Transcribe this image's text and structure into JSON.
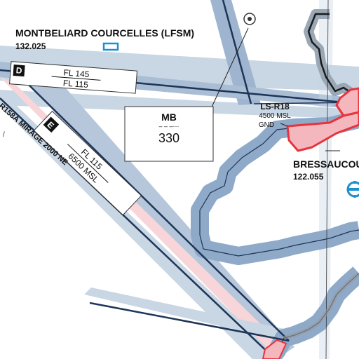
{
  "airports": {
    "lfsm": {
      "name": "MONTBELIARD COURCELLES (LFSM)",
      "freq": "132.025"
    },
    "bressaucourt": {
      "name": "BRESSAUCOURT",
      "freq": "122.055"
    }
  },
  "airway_d": {
    "letter": "D",
    "upper": "FL 145",
    "lower": "FL 115"
  },
  "airway_e": {
    "letter": "E",
    "upper": "FL 115",
    "lower": "6500 MSL"
  },
  "restricted_area": {
    "name": "LS-R18",
    "upper": "4500 MSL",
    "lower": "GND"
  },
  "route_label": "R158A MIRAGE 2000 NE",
  "mb_box": {
    "title": "MB",
    "dashes": "– – –···",
    "value": "330"
  },
  "colors": {
    "airspace_blue": "#8fa9c8",
    "airspace_light": "#c9d6e4",
    "dark_line": "#1d3557",
    "restricted_red": "#e8323c",
    "restricted_fill": "#f4b7bd",
    "border_gray": "#8a8a8a",
    "border_black": "#1a1a1a",
    "airport_blue": "#1a8fd1"
  }
}
